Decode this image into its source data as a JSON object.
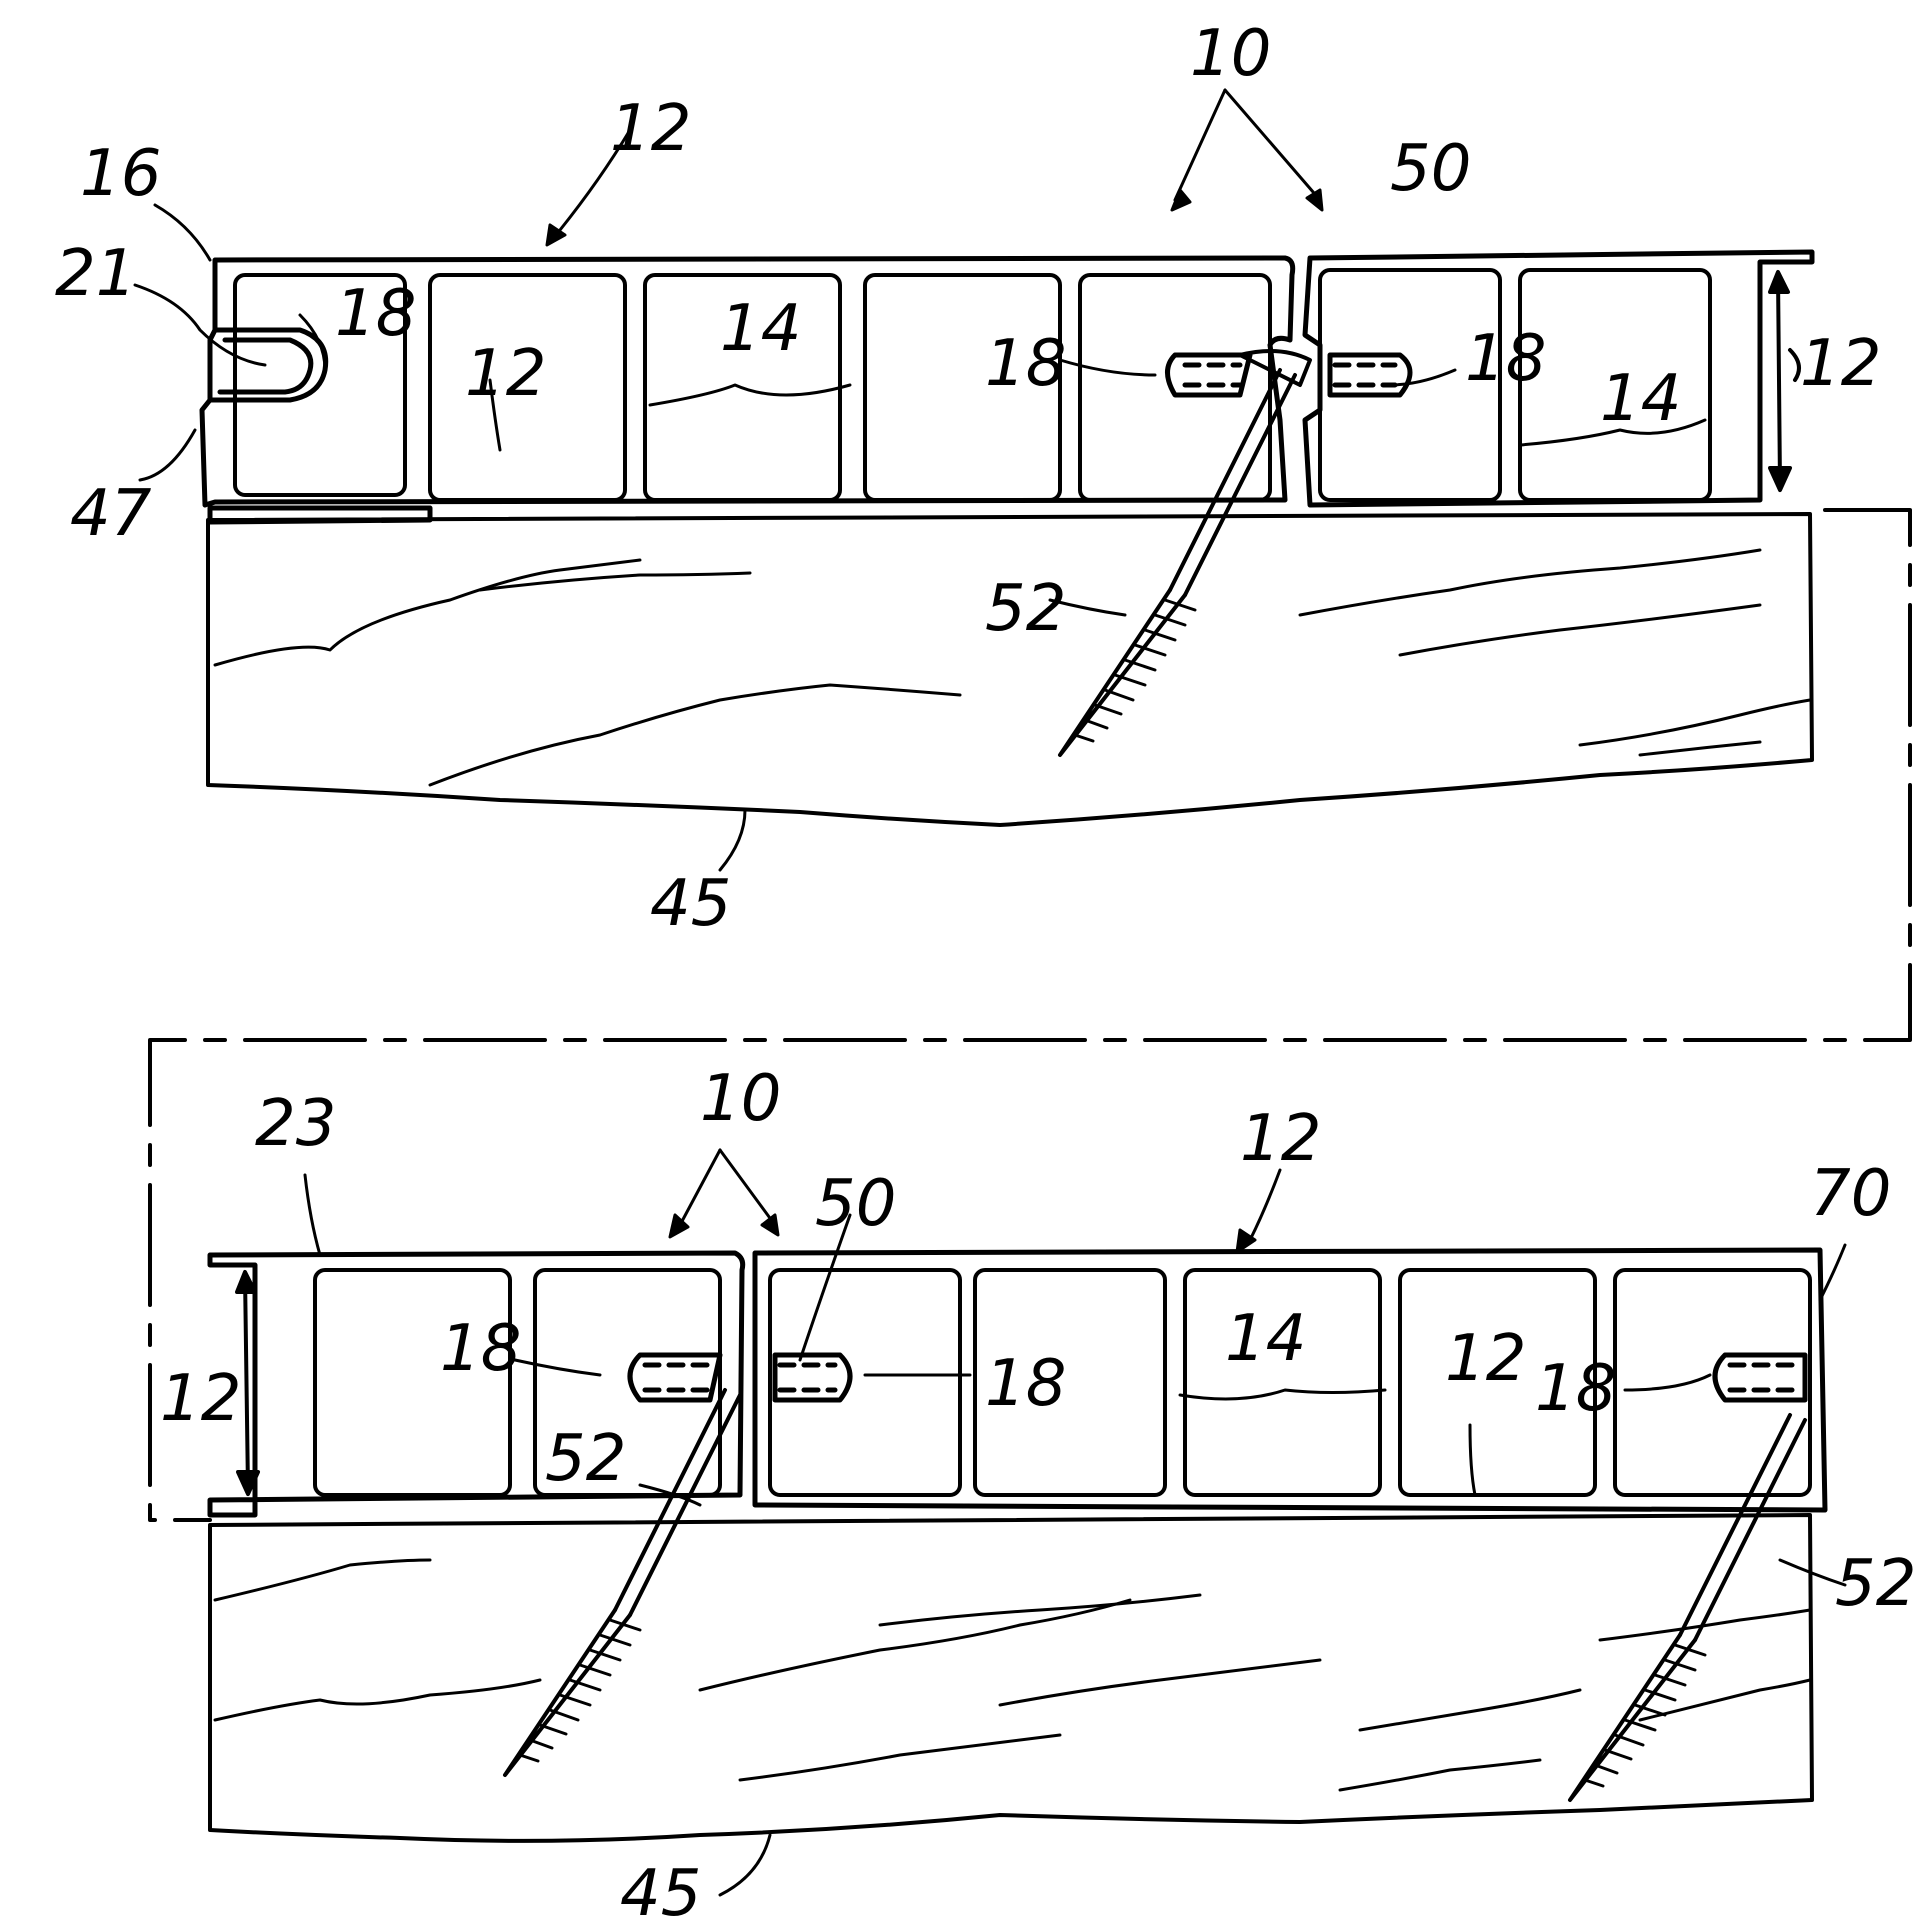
{
  "figure": {
    "colors": {
      "ink": "#000000",
      "paper": "#ffffff"
    },
    "upper_labels": {
      "l10": "10",
      "l12_top": "12",
      "l16": "16",
      "l21": "21",
      "l18_left": "18",
      "l12_mid": "12",
      "l14_mid": "14",
      "l18_center": "18",
      "l50": "50",
      "l18_right": "18",
      "l14_right": "14",
      "l12_right": "12",
      "l47": "47",
      "l52": "52",
      "l45": "45"
    },
    "lower_labels": {
      "l23": "23",
      "l10": "10",
      "l50": "50",
      "l12_top": "12",
      "l70": "70",
      "l12_left": "12",
      "l18_left": "18",
      "l18_center": "18",
      "l14": "14",
      "l12_mid": "12",
      "l18_right": "18",
      "l52_left": "52",
      "l52_right": "52",
      "l45": "45"
    }
  }
}
